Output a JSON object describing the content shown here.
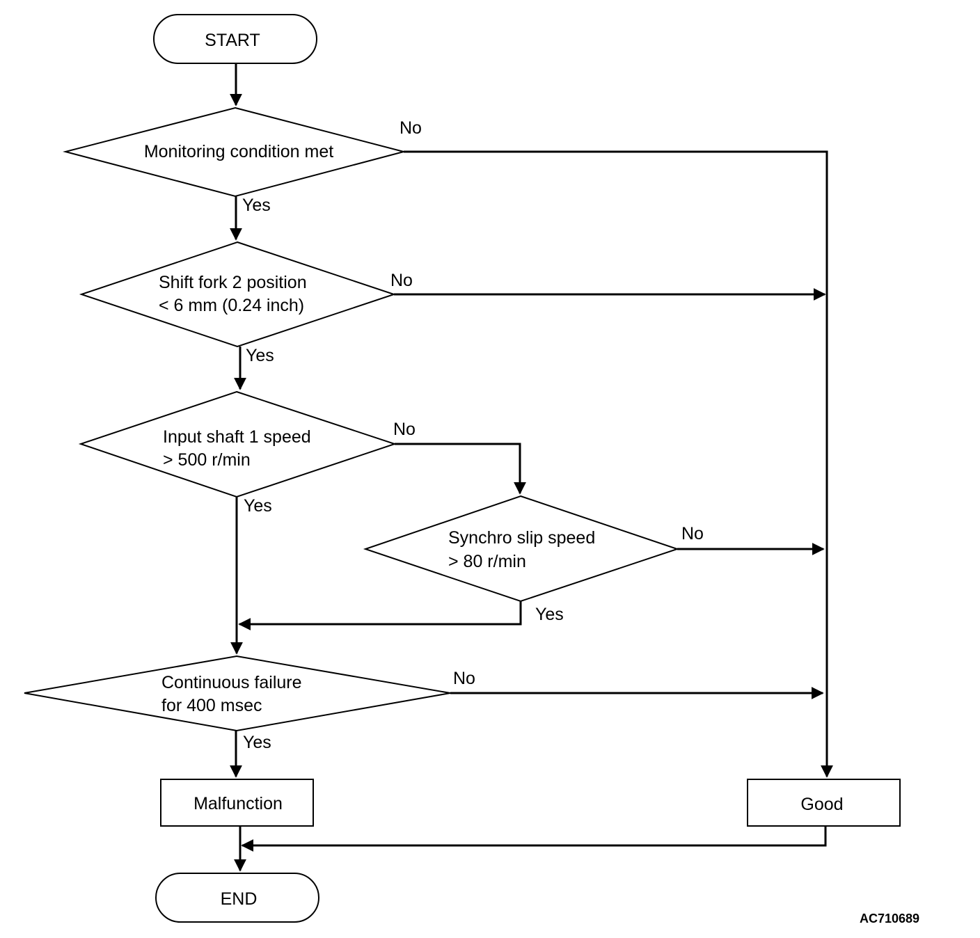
{
  "nodes": {
    "start": "START",
    "monitoring": "Monitoring condition met",
    "shift_fork_line1": "Shift fork 2 position",
    "shift_fork_line2": "< 6 mm (0.24 inch)",
    "input_shaft_line1": "Input shaft 1 speed",
    "input_shaft_line2": "> 500 r/min",
    "synchro_line1": "Synchro slip speed",
    "synchro_line2": "> 80 r/min",
    "continuous_line1": "Continuous failure",
    "continuous_line2": "for 400 msec",
    "malfunction": "Malfunction",
    "good": "Good",
    "end": "END"
  },
  "edge_labels": {
    "no": "No",
    "yes": "Yes"
  },
  "figure_code": "AC710689"
}
